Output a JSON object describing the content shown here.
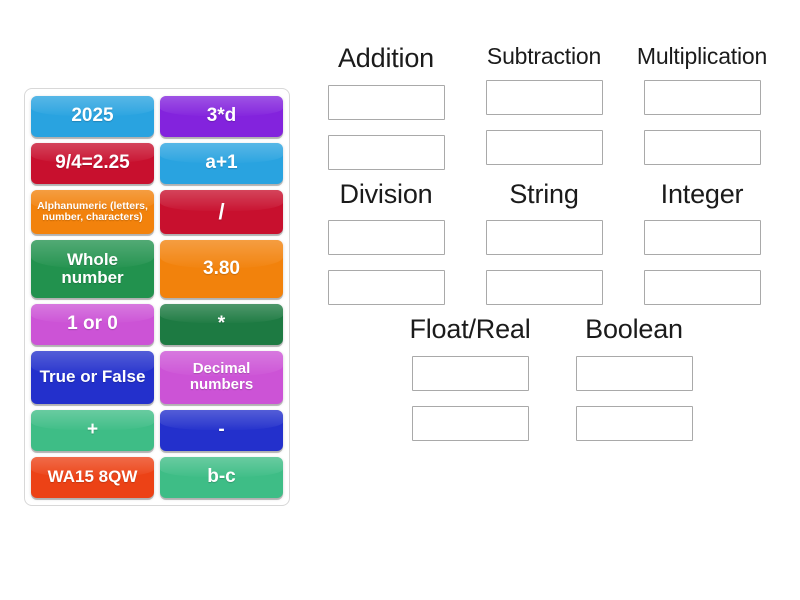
{
  "activity": {
    "type": "group-sort",
    "tray": {
      "name": "draggable-tile-tray",
      "tiles": [
        {
          "label": "2025",
          "color": "#29a3e0",
          "size": "lg"
        },
        {
          "label": "3*d",
          "color": "#8323dd",
          "size": "lg"
        },
        {
          "label": "9/4=2.25",
          "color": "#c8102e",
          "size": "lg"
        },
        {
          "label": "a+1",
          "color": "#29a3e0",
          "size": "lg"
        },
        {
          "label": "Alphanumeric (letters, number, characters)",
          "color": "#f2820c",
          "size": "xs"
        },
        {
          "label": "/",
          "color": "#c8102e",
          "size": "xl"
        },
        {
          "label": "Whole number",
          "color": "#22924e",
          "size": "md"
        },
        {
          "label": "3.80",
          "color": "#f2820c",
          "size": "lg"
        },
        {
          "label": "1 or 0",
          "color": "#cc53d6",
          "size": "lg"
        },
        {
          "label": "*",
          "color": "#1d7a42",
          "size": "lg"
        },
        {
          "label": "True or False",
          "color": "#2330cc",
          "size": "md"
        },
        {
          "label": "Decimal numbers",
          "color": "#cc53d6",
          "size": "sm"
        },
        {
          "label": "+",
          "color": "#3ebd86",
          "size": "lg"
        },
        {
          "label": "-",
          "color": "#2330cc",
          "size": "lg"
        },
        {
          "label": "WA15 8QW",
          "color": "#ec4216",
          "size": "md"
        },
        {
          "label": "b-c",
          "color": "#3ebd86",
          "size": "lg"
        }
      ]
    },
    "categories": {
      "name": "category-drop-zones",
      "slots_per_category": 2,
      "rows": [
        {
          "centered": false,
          "items": [
            {
              "title": "Addition",
              "emphasis": "big"
            },
            {
              "title": "Subtraction",
              "emphasis": "normal"
            },
            {
              "title": "Multiplication",
              "emphasis": "normal"
            }
          ]
        },
        {
          "centered": false,
          "items": [
            {
              "title": "Division",
              "emphasis": "big"
            },
            {
              "title": "String",
              "emphasis": "big"
            },
            {
              "title": "Integer",
              "emphasis": "big"
            }
          ]
        },
        {
          "centered": true,
          "items": [
            {
              "title": "Float/Real",
              "emphasis": "big"
            },
            {
              "title": "Boolean",
              "emphasis": "big"
            }
          ]
        }
      ]
    }
  }
}
